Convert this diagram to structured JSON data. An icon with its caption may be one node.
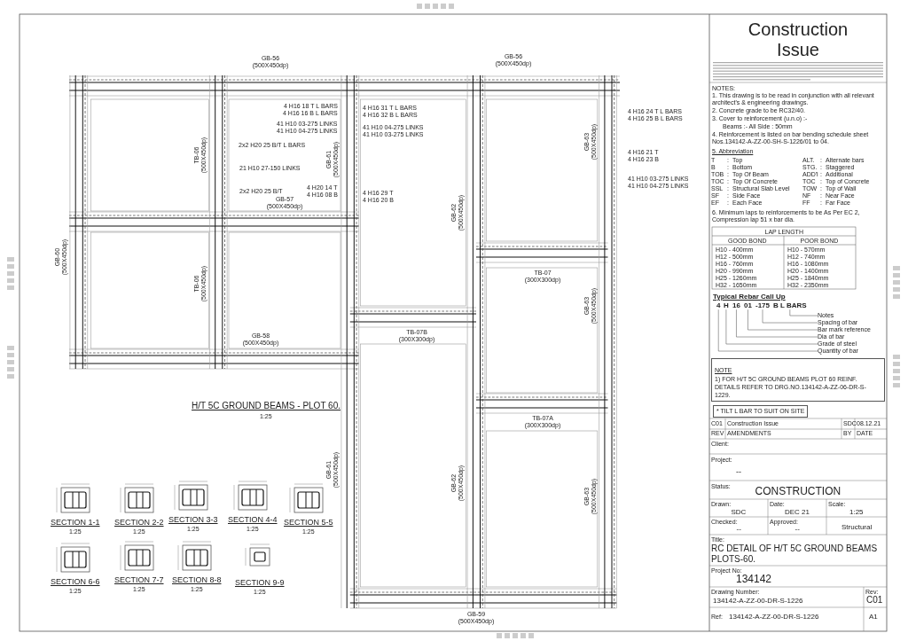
{
  "diagram": {
    "title": "H/T 5C GROUND BEAMS - PLOT 60.",
    "nodes": [
      {
        "text": [
          "4"
        ]
      },
      {
        "text": [
          "H"
        ]
      },
      {
        "text": [
          "16"
        ]
      },
      {
        "text": [
          "01"
        ]
      },
      {
        "text": [
          "-175"
        ]
      },
      {
        "text": [
          "B L BARS"
        ]
      },
      {
        "text": [
          "Notes"
        ]
      },
      {
        "text": [
          "Spacing of bar"
        ]
      },
      {
        "text": [
          "Bar mark reference"
        ]
      },
      {
        "text": [
          "Dia of bar"
        ]
      },
      {
        "text": [
          "Grade of steel"
        ]
      },
      {
        "text": [
          "Quantity of bar"
        ]
      },
      {
        "text": [
          "NOTE",
          "1) FOR H/T 5C GROUND BEAMS PLOT 60 REINF. DETAILS REFER TO DRG.NO.134142-A-ZZ-06-DR-S-1229."
        ]
      },
      {
        "text": [
          "* TILT L BAR TO SUIT ON SITE"
        ]
      }
    ],
    "edges": [
      {
        "from": 5,
        "to": 6,
        "arrow": "none"
      },
      {
        "from": 4,
        "to": 7,
        "arrow": "none"
      },
      {
        "from": 3,
        "to": 8,
        "arrow": "none"
      },
      {
        "from": 2,
        "to": 9,
        "arrow": "none"
      },
      {
        "from": 1,
        "to": 10,
        "arrow": "none"
      },
      {
        "from": 0,
        "to": 11,
        "arrow": "none"
      }
    ],
    "labels": [
      "GB-56 (500X450dp)",
      "GB-56 (500X450dp)",
      "GB-60 (500X450dp)",
      "TB-06 (500X450dp)",
      "TB-06 (500X450dp)",
      "GB-57 (500X450dp)",
      "GB-58 (500X450dp)",
      "GB-61 (500X450dp)",
      "GB-62 (500X450dp)",
      "GB-63 (500X450dp)",
      "GB-63 (500X450dp)",
      "TB-07 (300X300dp)",
      "TB-07B (300X300dp)",
      "TB-07A (300X300dp)",
      "GB-61 (500X450dp)",
      "GB-62 (500X450dp)",
      "GB-63 (500X450dp)",
      "GB-59 (500X450dp)",
      "2x2 H20 25 B/T L BARS",
      "21 H10 27-150 LINKS",
      "2x2 H20 25 B/T",
      "4 H16 18 T L BARS",
      "4 H16 16 B L BARS",
      "41 H10 03-275 LINKS",
      "41 H10 04-275 LINKS",
      "4 H20 14 T",
      "4 H16 08 B",
      "4 H16 31 T L BARS",
      "4 H16 32 B L BARS",
      "41 H10 04-275 LINKS",
      "41 H10 03-275 LINKS",
      "4 H16 29 T",
      "4 H16 20 B",
      "4 H16 24 T L BARS",
      "4 H16 25 B L BARS",
      "4 H16 21 T",
      "4 H16 23 B",
      "41 H10 03-275 LINKS",
      "41 H10 04-275 LINKS",
      "1:25",
      "SECTION 1-1",
      "1:25",
      "SECTION 2-2",
      "1:25",
      "SECTION 3-3",
      "1:25",
      "SECTION 4-4",
      "1:25",
      "SECTION 5-5",
      "1:25",
      "SECTION 6-6",
      "1:25",
      "SECTION 7-7",
      "1:25",
      "SECTION 8-8",
      "1:25",
      "SECTION 9-9",
      "1:25",
      "Construction Issue",
      "NOTES:",
      "1. This drawing is to be read in conjunction with all relevant architect's & engineering drawings.",
      "2. Concrete grade to be RC32/40.",
      "3. Cover to reinforcement (u.n.o) :-",
      "Beams :- All Side : 50mm",
      "4. Reinforcement is listed on bar bending schedule sheet Nos.134142-A-ZZ-00-SH-S-1226/01 to 04.",
      "5. Abbreviation",
      "T",
      ":",
      "Top",
      "ALT.",
      ":",
      "Alternate bars",
      "B",
      ":",
      "Bottom",
      "STG.",
      ":",
      "Staggered",
      "TOB",
      ":",
      "Top Of Beam",
      "ADD'l",
      ":",
      "Additional",
      "TOC",
      ":",
      "Top Of Concrete",
      "TOC",
      ":",
      "Top of Concrete",
      "SSL",
      ":",
      "Structural Slab Level",
      "TOW",
      ":",
      "Top of Wall",
      "SF",
      ":",
      "Side Face",
      "NF",
      ":",
      "Near Face",
      "EF",
      ":",
      "Each Face",
      "FF",
      ":",
      "Far Face",
      "6. Minimum laps to reinforcements to be As Per EC 2, Compression lap 51 x bar dia.",
      "LAP LENGTH",
      "GOOD BOND",
      "POOR BOND",
      "H10 - 400mm",
      "H10 - 570mm",
      "H12 - 500mm",
      "H12 - 740mm",
      "H16 - 760mm",
      "H16 - 1080mm",
      "H20 - 990mm",
      "H20 - 1400mm",
      "H25 - 1260mm",
      "H25 - 1840mm",
      "H32 - 1650mm",
      "H32 - 2350mm",
      "Typical Rebar Call Up",
      "C01",
      "Construction Issue",
      "SDC",
      "08.12.21",
      "REV",
      "AMENDMENTS",
      "BY",
      "DATE",
      "Client:",
      "Project:",
      "--",
      "Status:",
      "CONSTRUCTION",
      "Drawn:",
      "SDC",
      "Date:",
      "DEC 21",
      "Scale:",
      "1:25",
      "Checked:",
      "--",
      "Approved:",
      "--",
      "Structural",
      "Title:",
      "RC DETAIL OF H/T 5C GROUND BEAMS PLOTS-60.",
      "Project No:",
      "134142",
      "Drawing Number:",
      "134142-A-ZZ-00-DR-S-1226",
      "Rev:",
      "C01",
      "Ref:",
      "134142-A-ZZ-00-DR-S-1226",
      "A1"
    ]
  }
}
